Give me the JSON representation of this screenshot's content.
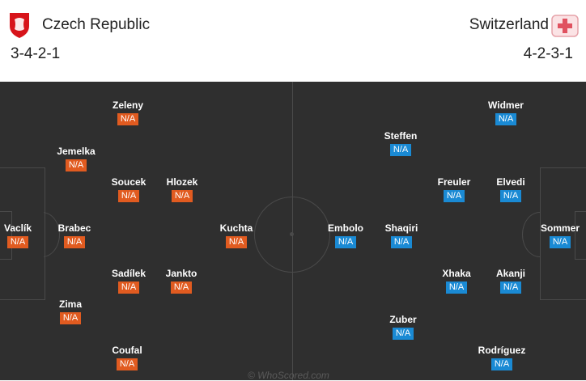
{
  "home": {
    "name": "Czech Republic",
    "formation": "3-4-2-1",
    "crest_icon": "czech-crest-icon",
    "color": "#e15b20",
    "players": [
      {
        "name": "Vaclík",
        "rating": "N/A"
      },
      {
        "name": "Jemelka",
        "rating": "N/A"
      },
      {
        "name": "Brabec",
        "rating": "N/A"
      },
      {
        "name": "Zima",
        "rating": "N/A"
      },
      {
        "name": "Zeleny",
        "rating": "N/A"
      },
      {
        "name": "Soucek",
        "rating": "N/A"
      },
      {
        "name": "Sadílek",
        "rating": "N/A"
      },
      {
        "name": "Coufal",
        "rating": "N/A"
      },
      {
        "name": "Hlozek",
        "rating": "N/A"
      },
      {
        "name": "Jankto",
        "rating": "N/A"
      },
      {
        "name": "Kuchta",
        "rating": "N/A"
      }
    ]
  },
  "away": {
    "name": "Switzerland",
    "formation": "4-2-3-1",
    "crest_icon": "switzerland-crest-icon",
    "color": "#1a8ad4",
    "players": [
      {
        "name": "Sommer",
        "rating": "N/A"
      },
      {
        "name": "Widmer",
        "rating": "N/A"
      },
      {
        "name": "Elvedi",
        "rating": "N/A"
      },
      {
        "name": "Akanji",
        "rating": "N/A"
      },
      {
        "name": "Rodríguez",
        "rating": "N/A"
      },
      {
        "name": "Freuler",
        "rating": "N/A"
      },
      {
        "name": "Xhaka",
        "rating": "N/A"
      },
      {
        "name": "Steffen",
        "rating": "N/A"
      },
      {
        "name": "Shaqiri",
        "rating": "N/A"
      },
      {
        "name": "Zuber",
        "rating": "N/A"
      },
      {
        "name": "Embolo",
        "rating": "N/A"
      }
    ]
  },
  "watermark": "© WhoScored.com",
  "pitch_color": "#2f2f2f"
}
